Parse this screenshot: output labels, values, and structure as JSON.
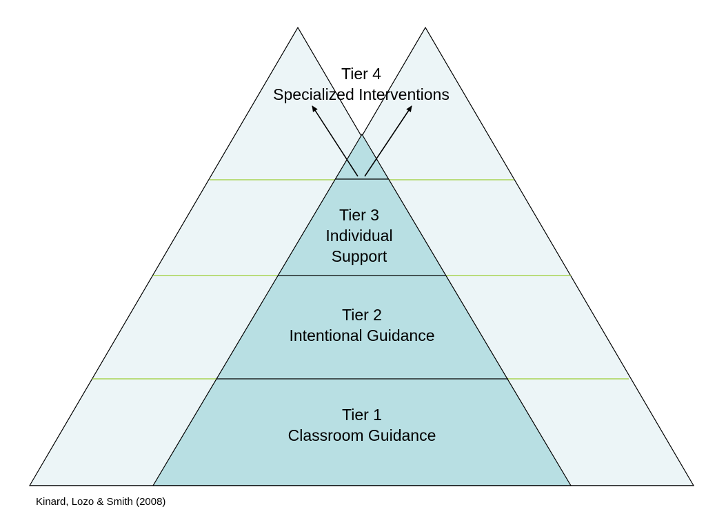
{
  "colors": {
    "outer_fill": "#ecf5f7",
    "inner_fill": "#b8dfe3",
    "tier_divider": "#9acd32",
    "outline": "#000000"
  },
  "tiers": [
    {
      "title": "Tier 1",
      "subtitle_lines": [
        "Classroom Guidance"
      ]
    },
    {
      "title": "Tier 2",
      "subtitle_lines": [
        "Intentional Guidance"
      ]
    },
    {
      "title": "Tier 3",
      "subtitle_lines": [
        "Individual",
        "Support"
      ]
    },
    {
      "title": "Tier 4",
      "subtitle_lines": [
        "Specialized Interventions"
      ]
    }
  ],
  "citation": "Kinard, Lozo & Smith (2008)"
}
